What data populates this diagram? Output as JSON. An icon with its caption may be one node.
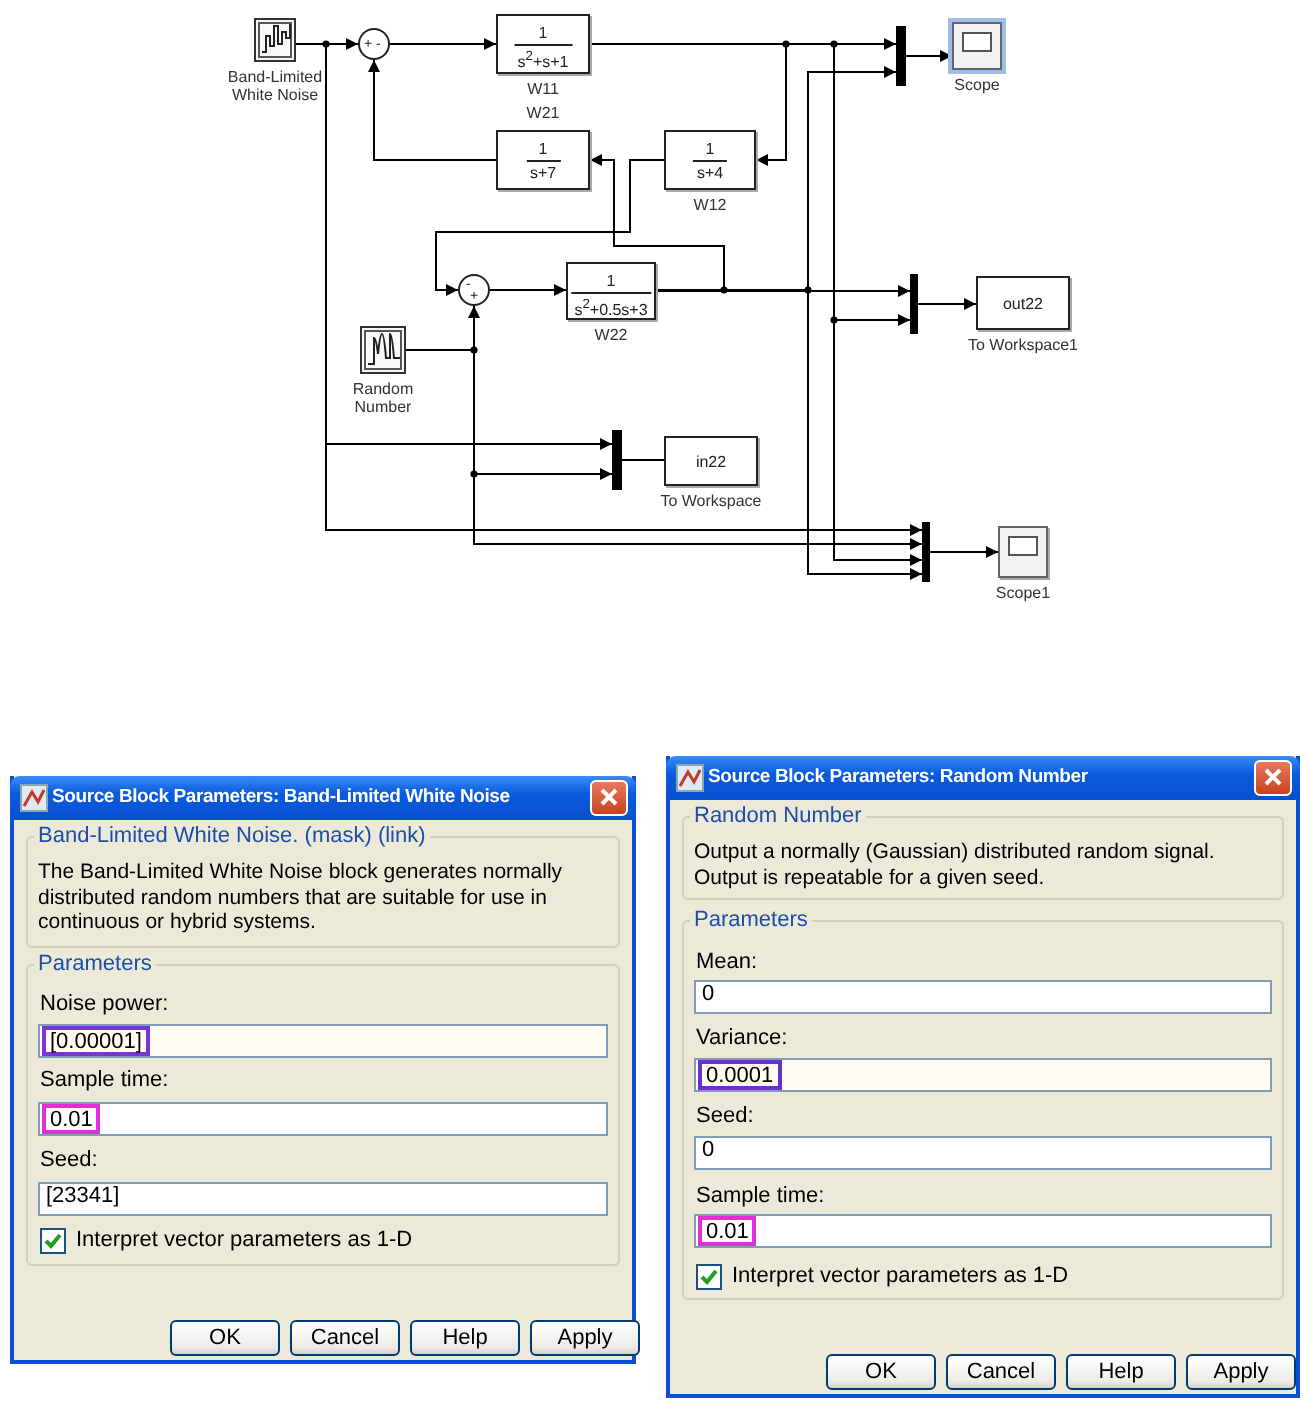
{
  "diagram": {
    "nodes": [
      {
        "text": [
          "Band-Limited White Noise"
        ]
      },
      {
        "text": [
          "+",
          "-"
        ]
      },
      {
        "text": [
          "1",
          "s$^{2}$+s+1",
          "W11"
        ]
      },
      {
        "text": [
          "W21",
          "1",
          "s+7"
        ]
      },
      {
        "text": [
          "1",
          "s+4",
          "W12"
        ]
      },
      {
        "text": [
          "-",
          "+"
        ]
      },
      {
        "text": [
          "1",
          "s$^{2}$+0.5s+3",
          "W22"
        ]
      },
      {
        "text": [
          "Random Number"
        ]
      },
      {
        "text": [],
        "shape": "bar"
      },
      {
        "text": [
          "Scope"
        ]
      },
      {
        "text": [],
        "shape": "bar"
      },
      {
        "text": [
          "out22",
          "To Workspace1"
        ]
      },
      {
        "text": [],
        "shape": "bar"
      },
      {
        "text": [
          "in22",
          "To Workspace"
        ]
      },
      {
        "text": [],
        "shape": "bar"
      },
      {
        "text": [
          "Scope1"
        ]
      }
    ],
    "edges": [
      {
        "from": 0,
        "to": 1,
        "arrow": "to"
      },
      {
        "from": 1,
        "to": 2,
        "arrow": "to"
      },
      {
        "from": 2,
        "to": 8,
        "arrow": "to"
      },
      {
        "from": 2,
        "to": 4,
        "arrow": "to"
      },
      {
        "from": 4,
        "to": 5,
        "arrow": "to"
      },
      {
        "from": 5,
        "to": 6,
        "arrow": "to"
      },
      {
        "from": 6,
        "to": 3,
        "arrow": "to"
      },
      {
        "from": 3,
        "to": 1,
        "arrow": "to"
      },
      {
        "from": 7,
        "to": 5,
        "arrow": "to"
      },
      {
        "from": 6,
        "to": 8,
        "arrow": "to"
      },
      {
        "from": 8,
        "to": 9,
        "arrow": "to"
      },
      {
        "from": 6,
        "to": 10,
        "arrow": "to"
      },
      {
        "from": 2,
        "to": 10,
        "arrow": "to"
      },
      {
        "from": 10,
        "to": 11,
        "arrow": "to"
      },
      {
        "from": 0,
        "to": 12,
        "arrow": "to"
      },
      {
        "from": 7,
        "to": 12,
        "arrow": "to"
      },
      {
        "from": 12,
        "to": 13,
        "arrow": "to"
      },
      {
        "from": 0,
        "to": 14,
        "arrow": "to"
      },
      {
        "from": 7,
        "to": 14,
        "arrow": "to"
      },
      {
        "from": 2,
        "to": 14,
        "arrow": "to"
      },
      {
        "from": 6,
        "to": 14,
        "arrow": "to"
      },
      {
        "from": 14,
        "to": 15,
        "arrow": "to"
      }
    ],
    "labels": [
      "Source Block Parameters: Band-Limited White Noise",
      "Band-Limited White Noise. (mask) (link)",
      "The Band-Limited White Noise block generates normally distributed random numbers that are suitable for use in continuous or hybrid systems.",
      "Parameters",
      "Noise power:",
      "[0.00001]",
      "Sample time:",
      "0.01",
      "Seed:",
      "[23341]",
      "Interpret vector parameters as 1-D",
      "OK",
      "Cancel",
      "Help",
      "Apply",
      "Source Block Parameters: Random Number",
      "Random Number",
      "Output a normally (Gaussian) distributed random signal. Output is repeatable for a given seed.",
      "Parameters",
      "Mean:",
      "0",
      "Variance:",
      "0.0001",
      "Seed:",
      "0",
      "Sample time:",
      "0.01",
      "Interpret vector parameters as 1-D",
      "OK",
      "Cancel",
      "Help",
      "Apply"
    ]
  }
}
